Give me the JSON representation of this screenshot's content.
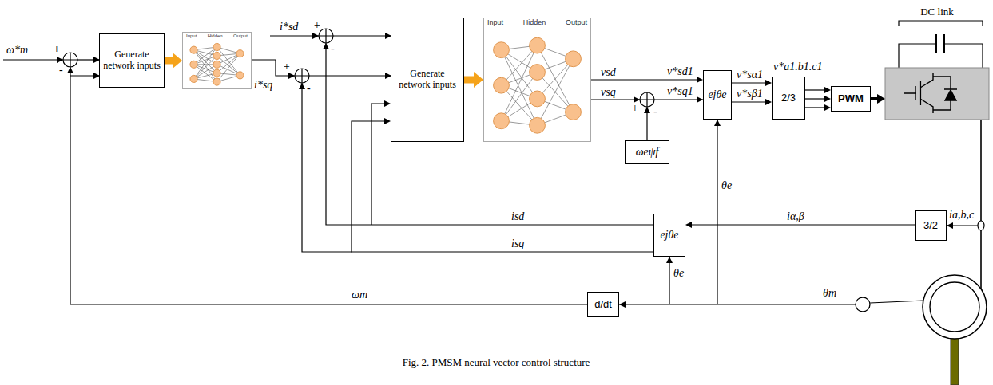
{
  "diagram": {
    "caption": "Fig. 2. PMSM neural vector control structure",
    "nodes": [
      {
        "text": [
          "Generate network inputs"
        ]
      },
      {
        "text": [
          "Input",
          "Hidden",
          "Output"
        ]
      },
      {
        "text": [
          "Generate network inputs"
        ]
      },
      {
        "text": [
          "Input",
          "Hidden",
          "Output"
        ]
      },
      {
        "text": [
          "ωeψf"
        ]
      },
      {
        "text": [
          "ejθe"
        ]
      },
      {
        "text": [
          "2/3"
        ]
      },
      {
        "text": [
          "PWM"
        ]
      },
      {
        "text": [
          "DC link"
        ]
      },
      {
        "text": [
          "3/2"
        ]
      },
      {
        "text": [
          "ejθe"
        ]
      },
      {
        "text": [
          "d/dt"
        ]
      }
    ],
    "edges": [
      {
        "from": 0,
        "to": 1,
        "arrow": "to"
      },
      {
        "from": 2,
        "to": 3,
        "arrow": "to"
      },
      {
        "from": 3,
        "to": 5,
        "arrow": "to"
      },
      {
        "from": 5,
        "to": 6,
        "arrow": "to",
        "label": "v*sα1"
      },
      {
        "from": 5,
        "to": 6,
        "arrow": "to",
        "label": "v*sβ1"
      },
      {
        "from": 6,
        "to": 7,
        "arrow": "to",
        "label": "v*a1.b1.c1"
      },
      {
        "from": 7,
        "to": 8,
        "arrow": "to"
      },
      {
        "from": 9,
        "to": 10,
        "arrow": "to",
        "label": "iα,β"
      },
      {
        "from": 10,
        "to": 2,
        "arrow": "to"
      },
      {
        "from": 10,
        "to": 2,
        "arrow": "to"
      }
    ],
    "labels": [
      "ω*m",
      "+",
      "-",
      "i*sd",
      "+",
      "-",
      "i*sq",
      "+",
      "-",
      "vsd",
      "v*sd1",
      "vsq",
      "v*sq1",
      "+",
      "-",
      "isd",
      "isq",
      "θe",
      "θe",
      "ia,b,c",
      "ωm",
      "θm"
    ]
  }
}
